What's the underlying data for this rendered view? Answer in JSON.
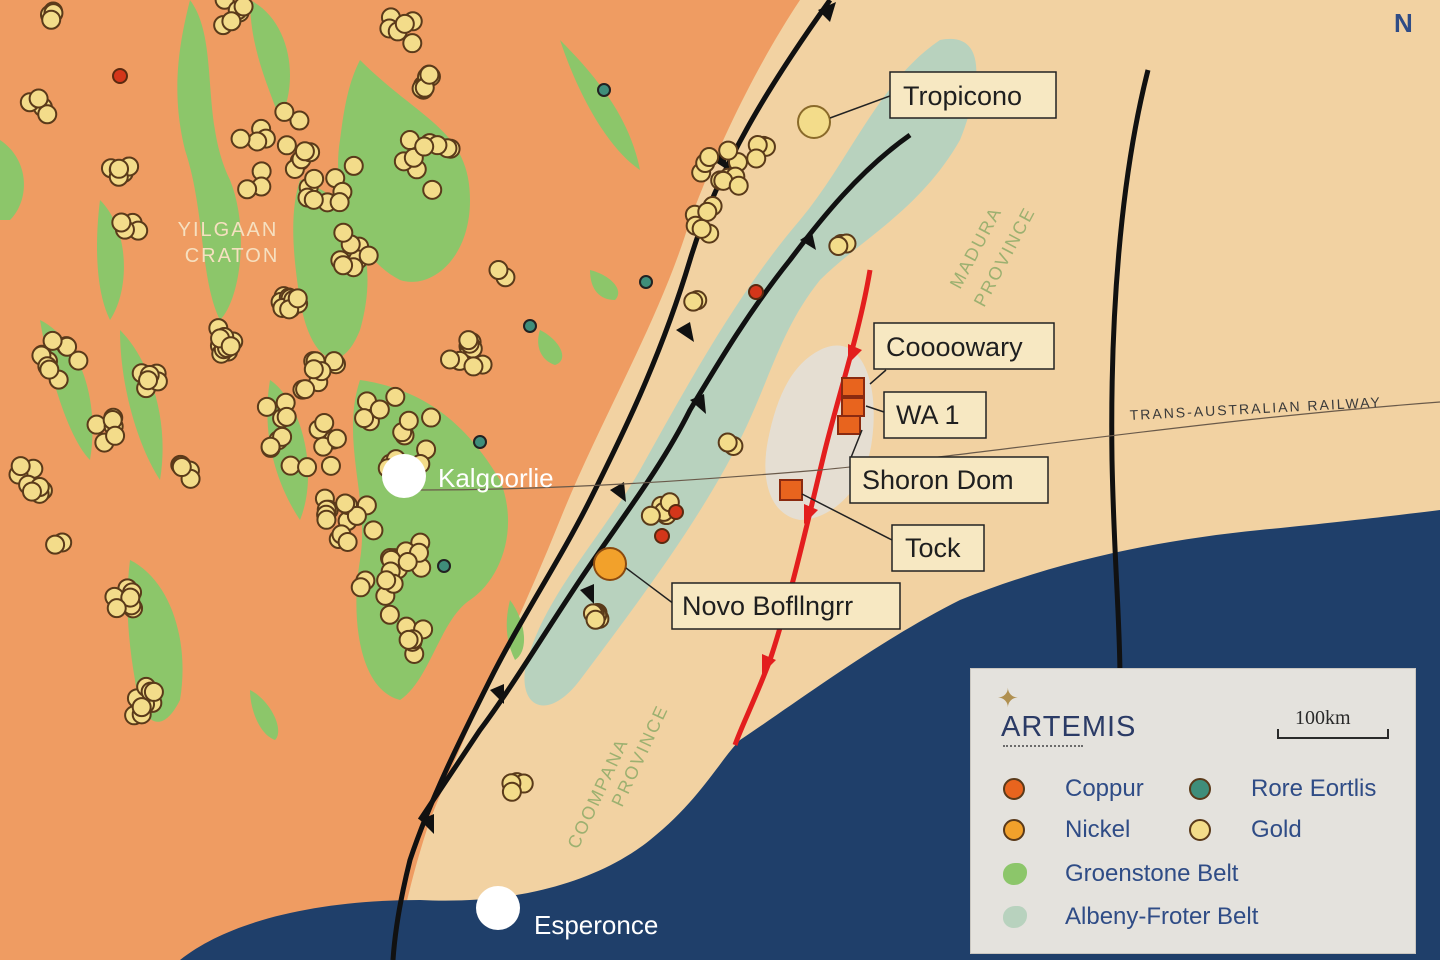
{
  "colors": {
    "craton": "#ef9c62",
    "province": "#f2d2a2",
    "greenstone": "#8cc66a",
    "albany_fraser": "#b8d2be",
    "ocean": "#1f3f6a",
    "copper": "#e8641e",
    "nickel": "#f2a12b",
    "gold": "#f3dc8a",
    "rare_earths": "#3f8e7a",
    "fault": "#111111",
    "red_fault": "#e31e1e"
  },
  "labels": {
    "craton": [
      "YILGAAN",
      "CRATON"
    ],
    "madura": [
      "MADURA",
      "PROVINCE"
    ],
    "coompana": [
      "COOMPANA",
      "PROVINCE"
    ],
    "trans": "TRANS-AUSTRALIAN RAILWAY"
  },
  "towns": [
    {
      "name": "Kalgoorlie"
    },
    {
      "name": "Esperonce"
    }
  ],
  "deposits": [
    {
      "name": "Tropicono"
    },
    {
      "name": "Coooowary"
    },
    {
      "name": "WA 1"
    },
    {
      "name": "Shoron Dom"
    },
    {
      "name": "Tock"
    },
    {
      "name": "Novo Bofllngrr"
    }
  ],
  "legend": {
    "brand": "ARTEMIS",
    "scale_label": "100km",
    "items": [
      {
        "label": "Coppur",
        "kind": "copper"
      },
      {
        "label": "Rore Eortlis",
        "kind": "rare_earths"
      },
      {
        "label": "Nickel",
        "kind": "nickel"
      },
      {
        "label": "Gold",
        "kind": "gold"
      },
      {
        "label": "Groenstone Belt",
        "kind": "greenstone"
      },
      {
        "label": "Albeny-Froter Belt",
        "kind": "albany_fraser"
      }
    ]
  },
  "north": "N"
}
